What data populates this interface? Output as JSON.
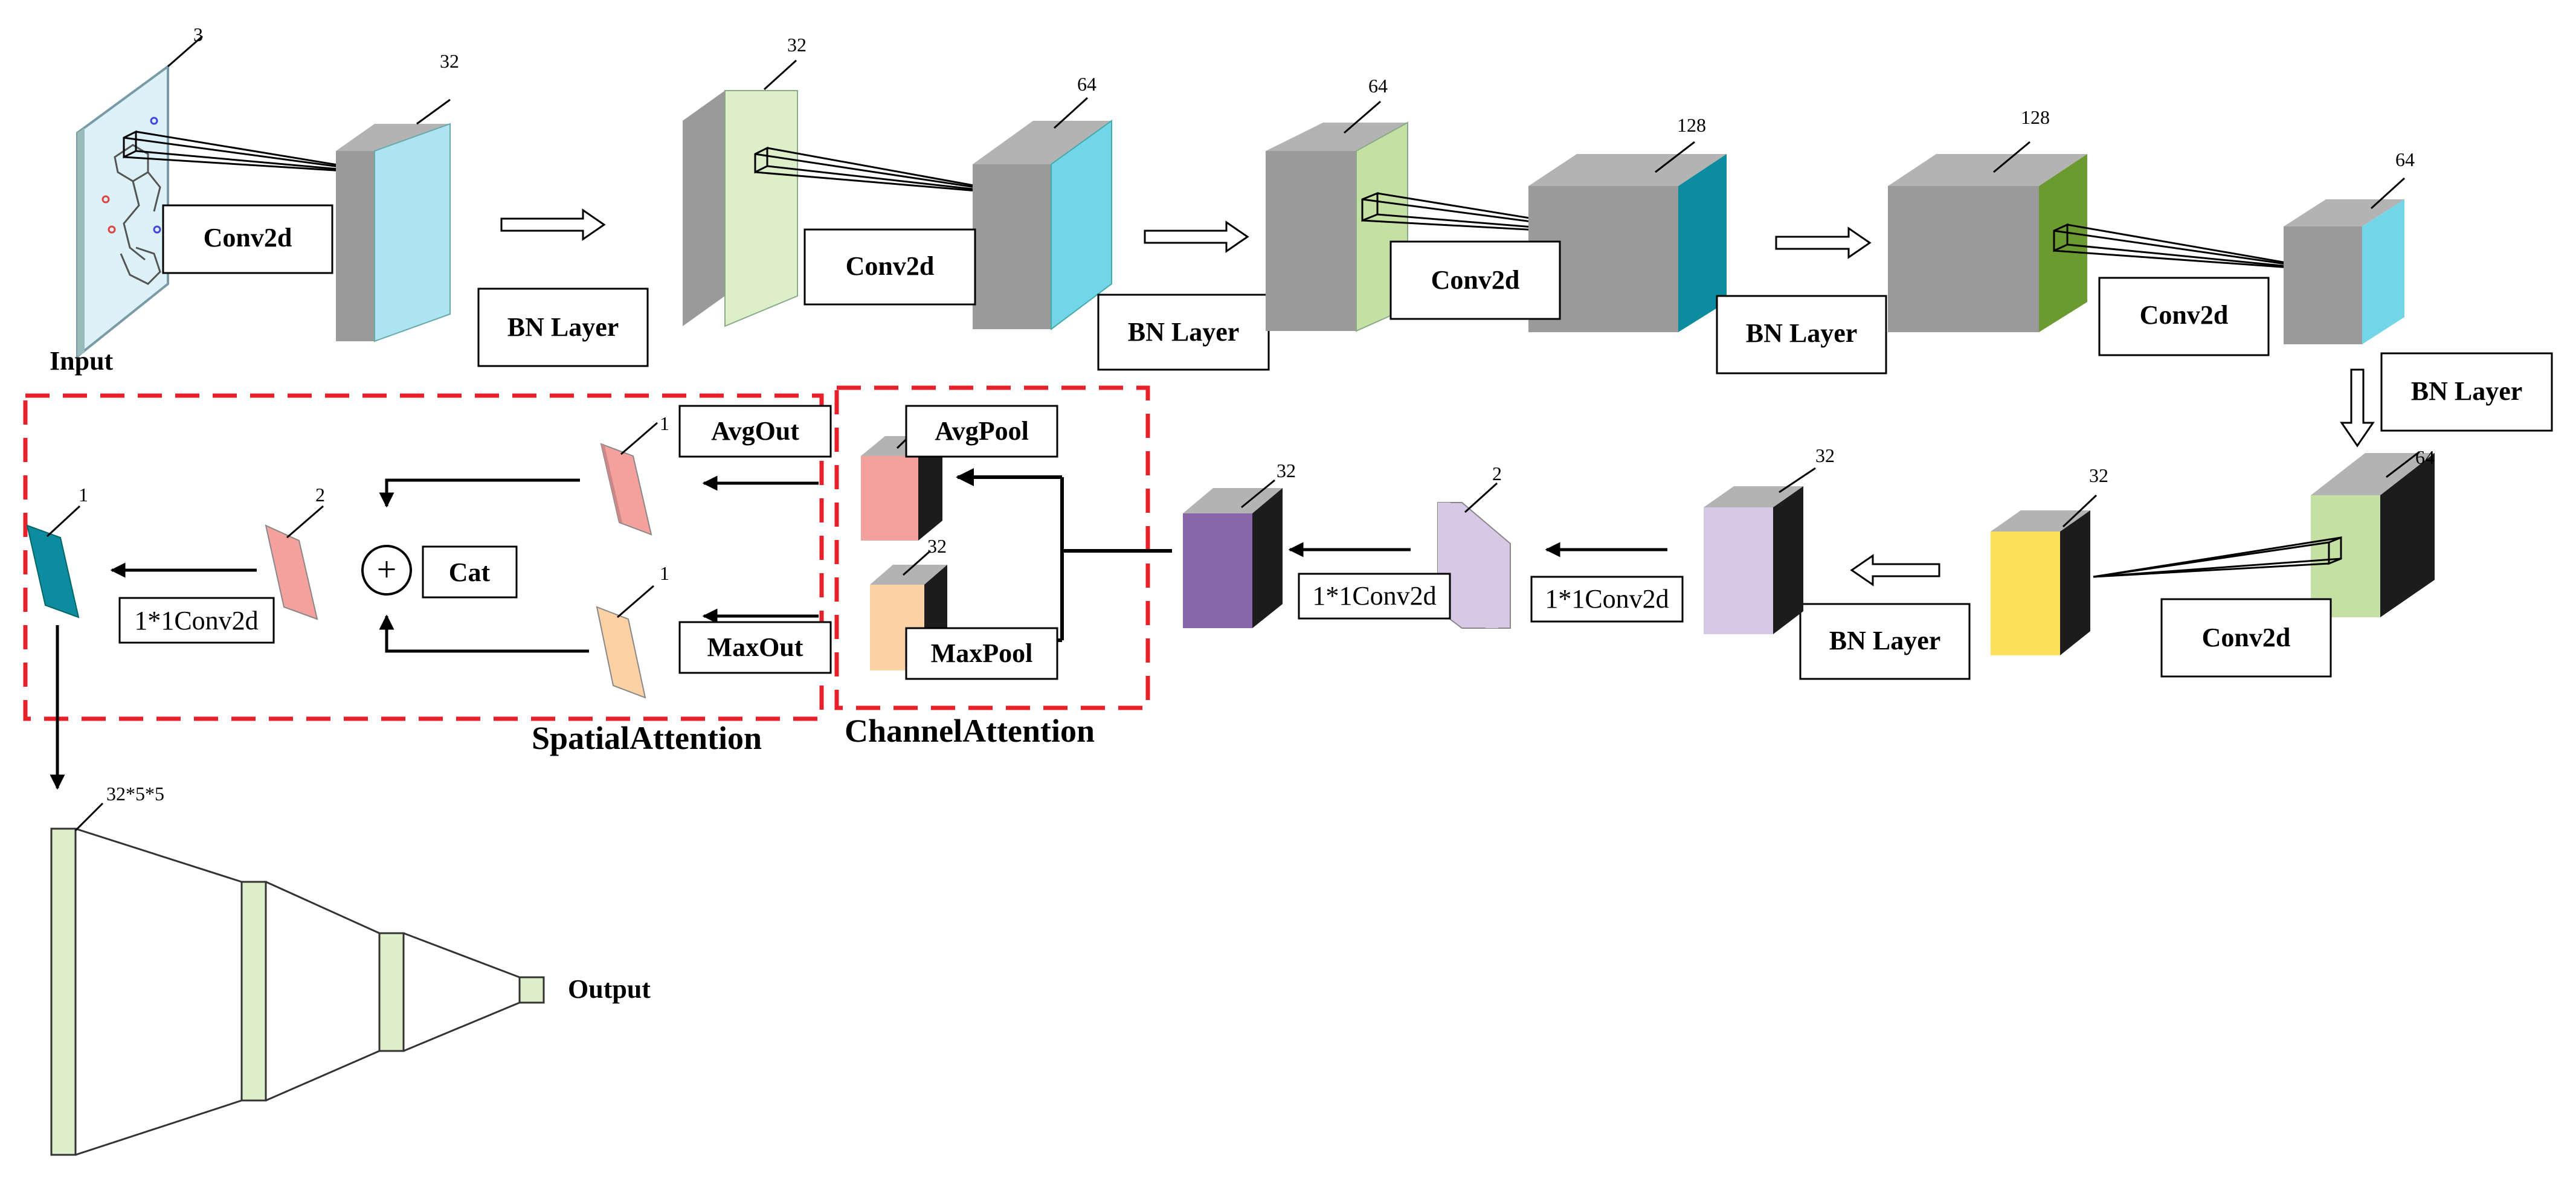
{
  "labels": {
    "input": "Input",
    "output": "Output",
    "conv2d": "Conv2d",
    "bn_layer": "BN Layer",
    "avg_out": "AvgOut",
    "max_out": "MaxOut",
    "avg_pool": "AvgPool",
    "max_pool": "MaxPool",
    "cat": "Cat",
    "conv1x1": "1*1Conv2d",
    "spatial_attention": "SpatialAttention",
    "channel_attention": "ChannelAttention",
    "fc_size": "32*5*5",
    "plus": "+"
  },
  "channels": {
    "c3": "3",
    "c32": "32",
    "c64": "64",
    "c128": "128",
    "c2": "2",
    "c1": "1"
  },
  "colors": {
    "light_blue": "#aee4f1",
    "cyan": "#72d6e8",
    "teal": "#0e8c9f",
    "light_green": "#dcefc8",
    "green": "#c4e0a2",
    "dark_green": "#6a9a30",
    "gray_top": "#b3b3b3",
    "gray_side": "#9a9a9a",
    "black": "#1c1c1c",
    "yellow": "#fde15a",
    "lavender": "#d7c9e6",
    "purple": "#8866aa",
    "salmon": "#f4a19d",
    "peach": "#fcd1a3",
    "red_dash": "#e8202a"
  }
}
